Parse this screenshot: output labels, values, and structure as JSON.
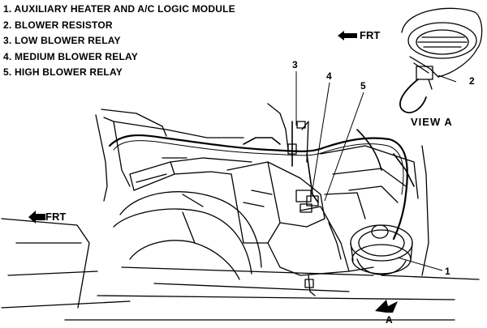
{
  "legend": [
    {
      "num": "1.",
      "text": "AUXILIARY HEATER AND A/C LOGIC MODULE"
    },
    {
      "num": "2.",
      "text": "BLOWER RESISTOR"
    },
    {
      "num": "3.",
      "text": "LOW BLOWER RELAY"
    },
    {
      "num": "4.",
      "text": "MEDIUM BLOWER RELAY"
    },
    {
      "num": "5.",
      "text": "HIGH BLOWER RELAY"
    }
  ],
  "callouts": {
    "c1": "1",
    "c2": "2",
    "c3": "3",
    "c4": "4",
    "c5": "5"
  },
  "direction": {
    "frt_top": "FRT",
    "frt_left": "FRT",
    "view_marker": "A"
  },
  "view_label": "VIEW A",
  "icons": {
    "arrow": "left-pointing-arrow-icon",
    "view_arrow": "view-direction-arrow-icon"
  }
}
